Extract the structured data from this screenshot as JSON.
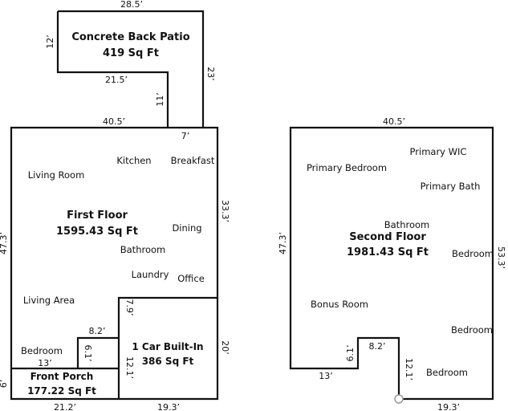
{
  "colors": {
    "wall": "#111111",
    "background": "#ffffff"
  },
  "patio": {
    "title": "Concrete Back Patio",
    "area": "419 Sq Ft",
    "dims": {
      "top": "28.5’",
      "left": "12’",
      "inner_bottom": "21.5’",
      "inner_right": "11’",
      "right": "23’"
    }
  },
  "first_floor": {
    "title": "First Floor",
    "area": "1595.43 Sq Ft",
    "dims": {
      "top": "40.5’",
      "step": "7’",
      "right": "33.3’",
      "left": "47.3’"
    },
    "rooms": {
      "kitchen": "Kitchen",
      "breakfast": "Breakfast",
      "living_room": "Living Room",
      "dining": "Dining",
      "bathroom": "Bathroom",
      "laundry": "Laundry",
      "office": "Office",
      "living_area": "Living Area",
      "bedroom": "Bedroom"
    }
  },
  "garage": {
    "title": "1 Car Built-In",
    "area": "386 Sq Ft",
    "dims": {
      "top_step": "8.2’",
      "inner_vertical": "7.9’",
      "left_vertical": "12.1’",
      "step_left": "6.1’",
      "right": "20’",
      "bottom": "19.3’"
    }
  },
  "porch": {
    "title": "Front Porch",
    "area": "177.22 Sq Ft",
    "dims": {
      "top": "13’",
      "left": "6’",
      "bottom": "21.2’"
    }
  },
  "second_floor": {
    "title": "Second Floor",
    "area": "1981.43 Sq Ft",
    "dims": {
      "top": "40.5’",
      "left": "47.3’",
      "right": "53.3’",
      "bottom_left": "13’",
      "notch_left": "6.1’",
      "notch_top": "8.2’",
      "notch_right": "12.1’",
      "bottom_right": "19.3’"
    },
    "rooms": {
      "primary_wic": "Primary WIC",
      "primary_bedroom": "Primary Bedroom",
      "primary_bath": "Primary Bath",
      "bathroom": "Bathroom",
      "bedroom_1": "Bedroom",
      "bonus_room": "Bonus Room",
      "bedroom_2": "Bedroom",
      "bedroom_3": "Bedroom"
    }
  }
}
